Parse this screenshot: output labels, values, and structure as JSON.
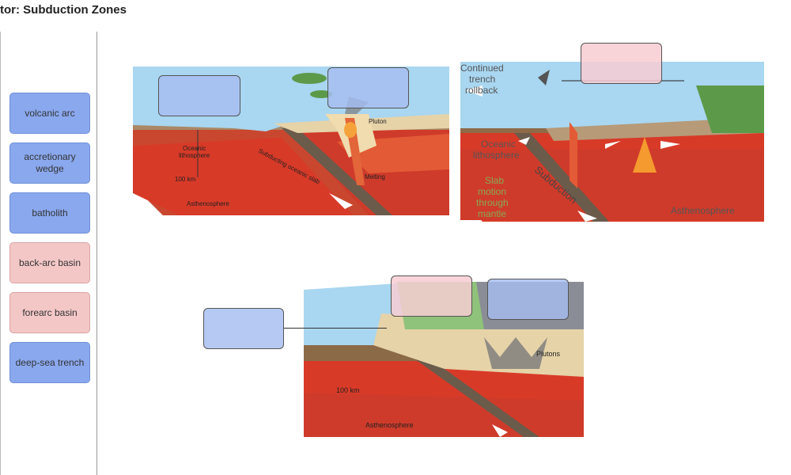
{
  "page": {
    "title": "tor: Subduction Zones"
  },
  "terms": [
    {
      "label": "volcanic arc",
      "color": "blue"
    },
    {
      "label": "accretionary wedge",
      "color": "blue"
    },
    {
      "label": "batholith",
      "color": "blue"
    },
    {
      "label": "back-arc basin",
      "color": "pink"
    },
    {
      "label": "forearc basin",
      "color": "pink"
    },
    {
      "label": "deep-sea trench",
      "color": "blue"
    }
  ],
  "diagram1": {
    "labels": {
      "pluton": "Pluton",
      "oceanic": "Oceanic",
      "lithosphere": "lithosphere",
      "depth": "100 km",
      "slab": "Subducting oceanic slab",
      "melting": "Melting",
      "asthenosphere": "Asthenosphere"
    }
  },
  "diagram2": {
    "labels": {
      "cont1": "Continued",
      "cont2": "trench",
      "cont3": "rollback",
      "oceanic": "Oceanic",
      "lithosphere": "lithosphere",
      "slab1": "Slab",
      "slab2": "motion",
      "slab3": "through",
      "slab4": "mantle",
      "subduction": "Subduction",
      "asthenosphere": "Asthenosphere"
    }
  },
  "diagram3": {
    "labels": {
      "plutons": "Plutons",
      "depth": "100 km",
      "asthenosphere": "Asthenosphere"
    }
  },
  "colors": {
    "chip_blue": "#8aa8ee",
    "chip_pink": "#f4c7c7",
    "ocean": "#a9d6f0",
    "crust": "#a08060",
    "mantle_red": "#d8352a",
    "sediment": "#e6d3a8"
  }
}
